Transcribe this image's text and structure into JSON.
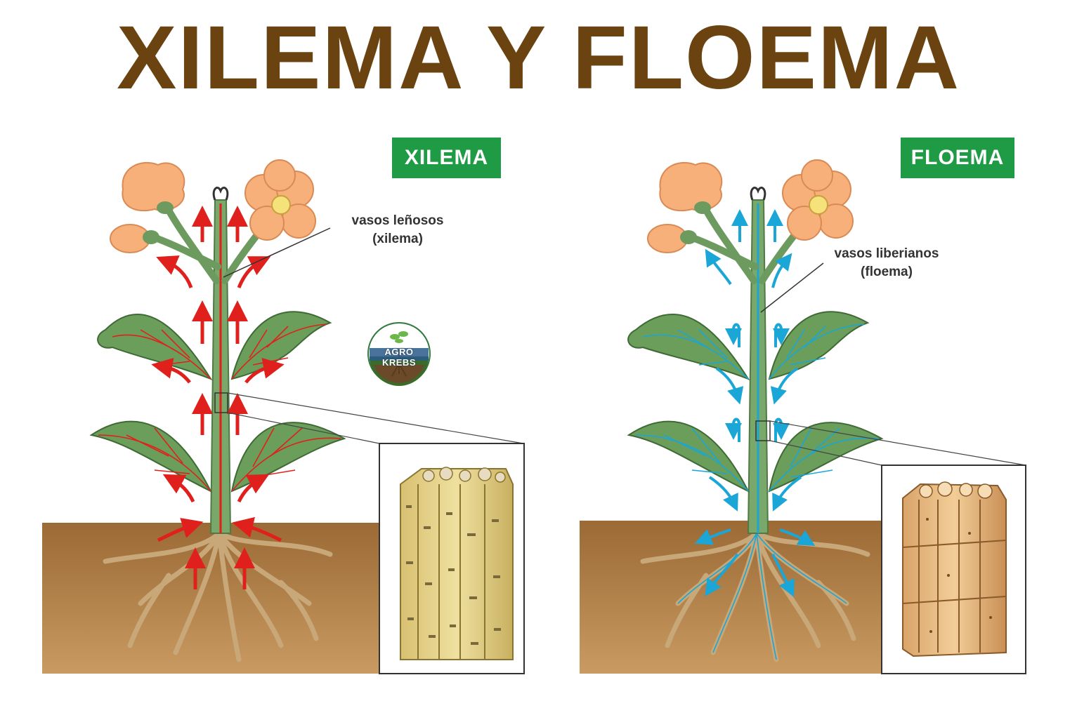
{
  "title": "XILEMA Y FLOEMA",
  "panels": {
    "xylem": {
      "badge": "XILEMA",
      "callout_line1": "vasos leñosos",
      "callout_line2": "(xilema)",
      "flow_color": "#e0201c"
    },
    "phloem": {
      "badge": "FLOEMA",
      "callout_line1": "vasos liberianos",
      "callout_line2": "(floema)",
      "flow_color": "#1aa6d6"
    }
  },
  "logo": {
    "text": "AGRO KREBS"
  },
  "colors": {
    "title": "#6b4310",
    "badge": "#1f9a45",
    "soil": "#a0703a",
    "leaf": "#6a9e5a",
    "flower": "#f7b07a",
    "stem": "#7aa86a"
  }
}
